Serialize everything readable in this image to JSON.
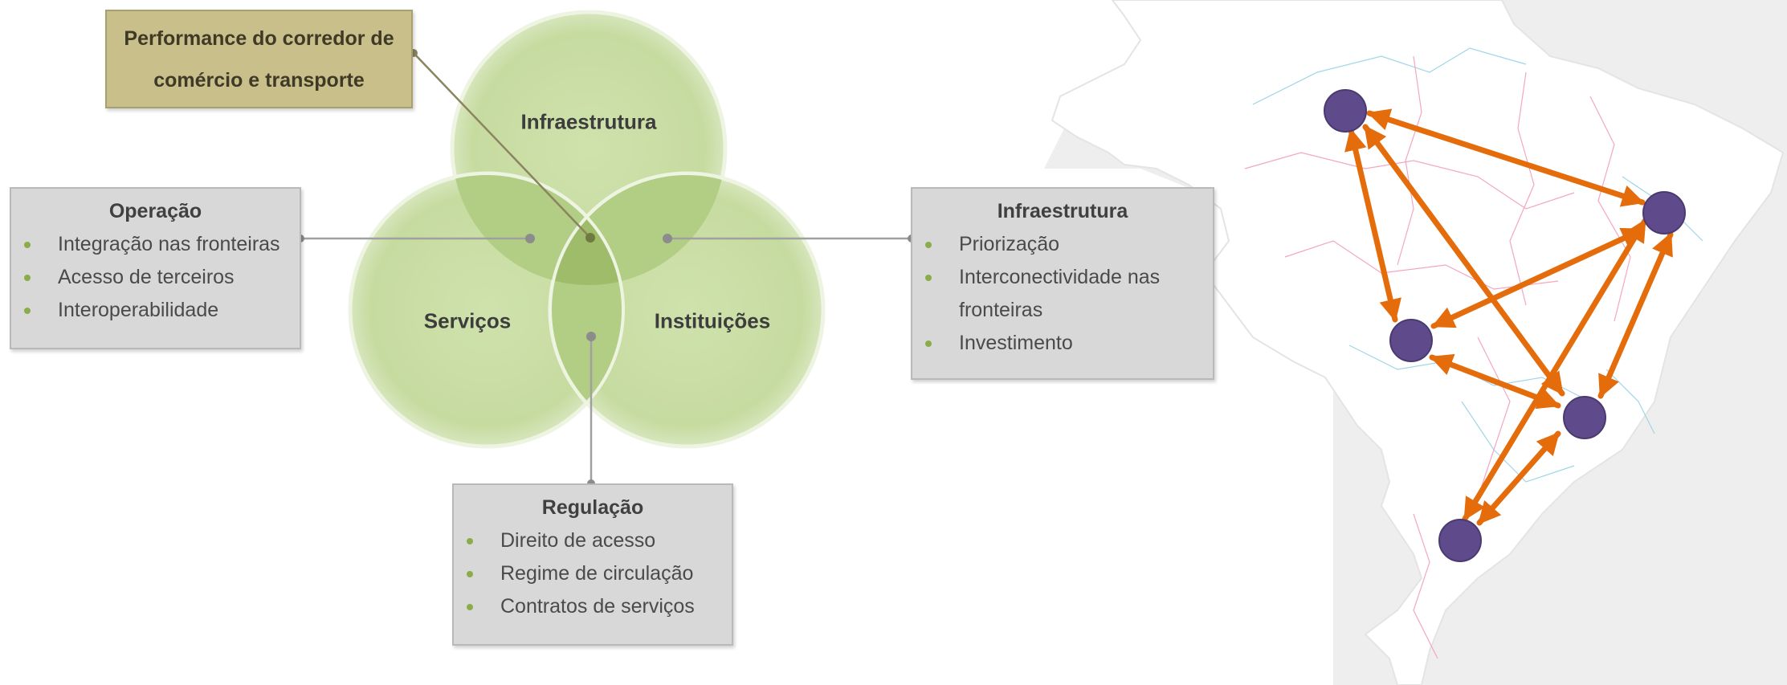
{
  "performance_box": {
    "line1": "Performance do corredor de",
    "line2": "comércio e transporte"
  },
  "venn": {
    "top_label": "Infraestrutura",
    "left_label": "Serviços",
    "right_label": "Instituições"
  },
  "operacao_box": {
    "title": "Operação",
    "items": [
      "Integração nas fronteiras",
      "Acesso de terceiros",
      "Interoperabilidade"
    ]
  },
  "infra_box": {
    "title": "Infraestrutura",
    "items": [
      "Priorização",
      "Interconectividade nas fronteiras",
      "Investimento"
    ],
    "item2_line1": "Interconectividade nas",
    "item2_line2": "fronteiras"
  },
  "regulacao_box": {
    "title": "Regulação",
    "items": [
      "Direito de acesso",
      "Regime de circulação",
      "Contratos de serviços"
    ]
  },
  "colors": {
    "circle_fill": "#c8dca4",
    "circle_border": "#eef4e2",
    "overlap_fill": "#9ebc6a",
    "bullet": "#8aac4a",
    "box_fill": "#d8d8d8",
    "perf_box_fill": "#c8bf8b",
    "arrow": "#e46c0a",
    "node": "#5f4b8b",
    "map_fill": "#ffffff",
    "map_bg": "#eeeeee"
  },
  "map": {
    "node_count": 5,
    "connections": 8
  }
}
